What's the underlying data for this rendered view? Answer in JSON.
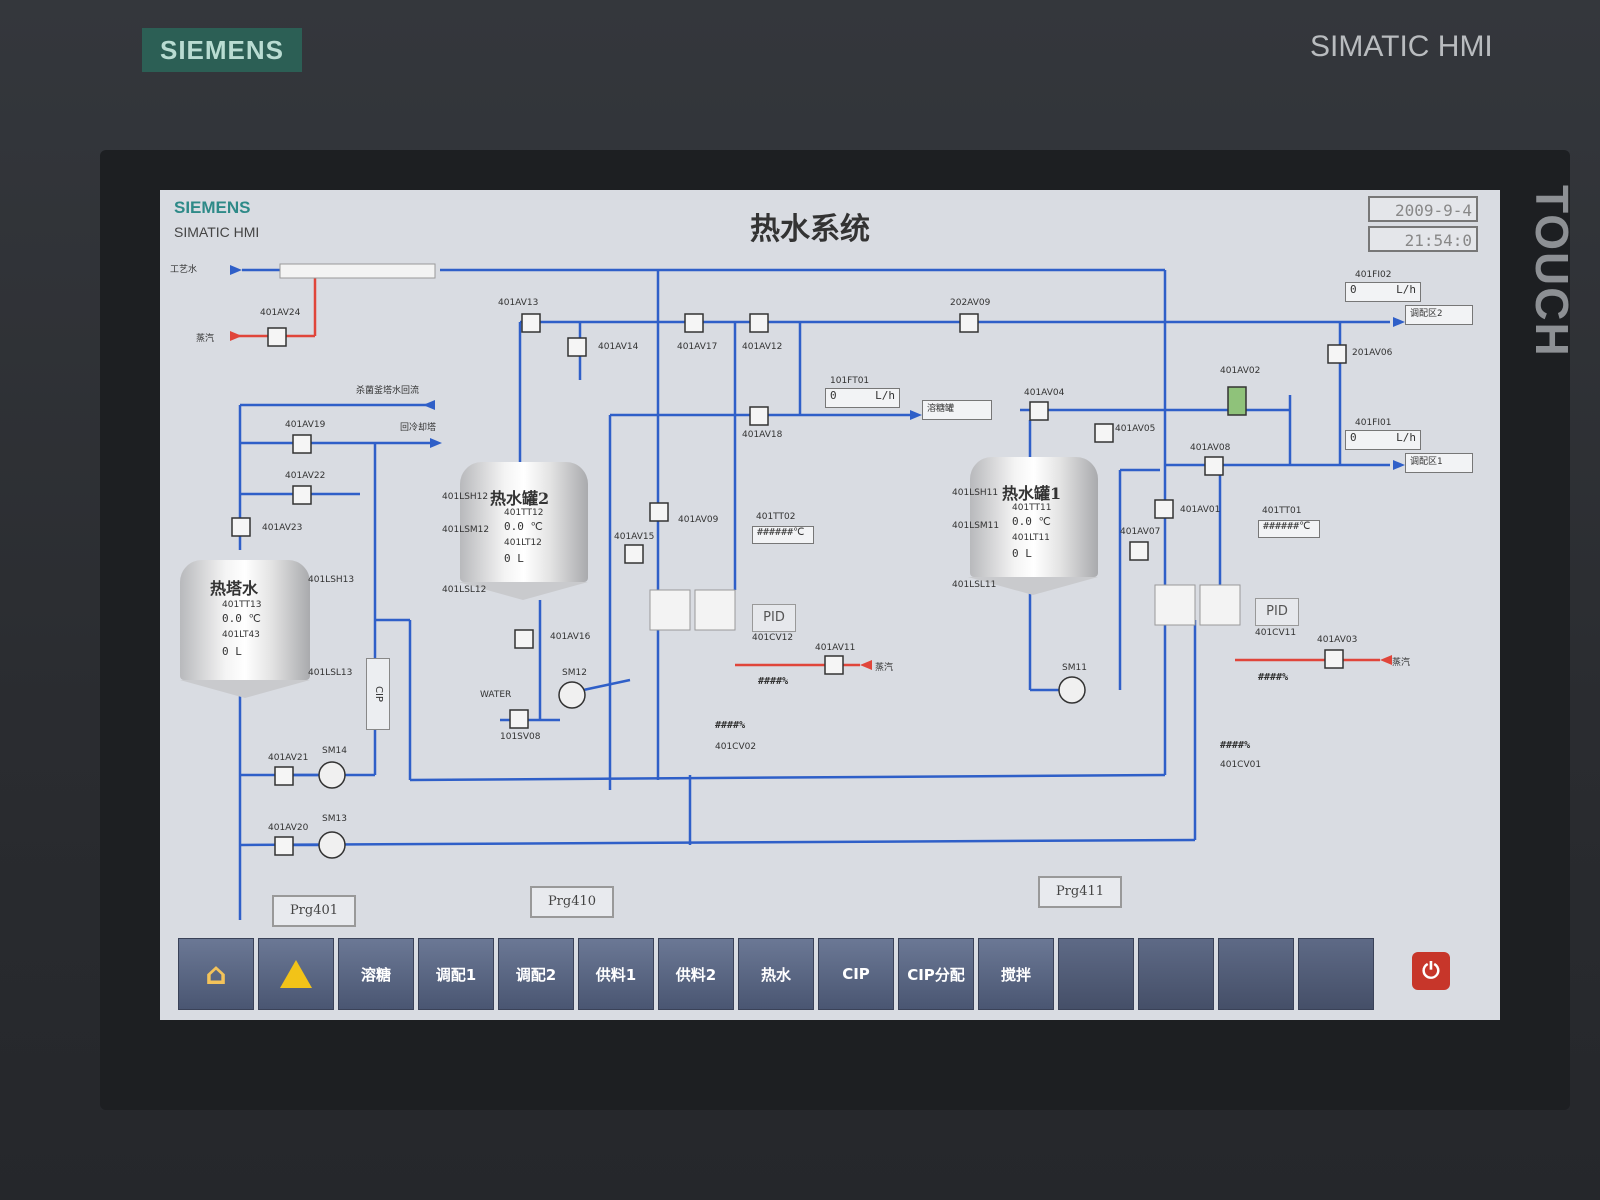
{
  "device": {
    "brand": "SIEMENS",
    "model": "SIMATIC HMI",
    "touch_label": "TOUCH"
  },
  "screen": {
    "logo_brand": "SIEMENS",
    "logo_model": "SIMATIC HMI",
    "title": "热水系统",
    "date": "2009-9-4",
    "time": "21:54:0"
  },
  "labels": {
    "process_water": "工艺水",
    "steam": "蒸汽",
    "return_sterilize": "杀菌釜塔水回流",
    "return_cooling": "回冷却塔",
    "water": "WATER",
    "cip": "CIP",
    "to_tank": "溶糖罐",
    "to_mix2": "调配区2",
    "to_mix1": "调配区1"
  },
  "valves": {
    "v24": "401AV24",
    "v19": "401AV19",
    "v22": "401AV22",
    "v23": "401AV23",
    "v13": "401AV13",
    "v14": "401AV14",
    "v17": "401AV17",
    "v12": "401AV12",
    "v18": "401AV18",
    "v09a": "202AV09",
    "v09b": "401AV09",
    "v15": "401AV15",
    "v16": "401AV16",
    "v11": "401AV11",
    "v21": "401AV21",
    "v20": "401AV20",
    "v04": "401AV04",
    "v05": "401AV05",
    "v02": "401AV02",
    "v08": "401AV08",
    "v01": "401AV01",
    "v07": "401AV07",
    "v03": "401AV03",
    "v06": "201AV06",
    "sv08": "101SV08",
    "cv02": "401CV02",
    "cv12": "401CV12",
    "cv11": "401CV11",
    "cv01": "401CV01"
  },
  "pumps": {
    "sm12": "SM12",
    "sm14": "SM14",
    "sm13": "SM13",
    "sm11": "SM11"
  },
  "tanks": {
    "hot_tower": {
      "name": "热塔水",
      "t_tag": "401TT13",
      "t_val": "0.0 ℃",
      "l_tag": "401LT43",
      "l_val": "0 L",
      "sh": "401LSH13",
      "sl": "401LSL13"
    },
    "tank2": {
      "name": "热水罐2",
      "t_tag": "401TT12",
      "t_val": "0.0 ℃",
      "l_tag": "401LT12",
      "l_val": "0 L",
      "sh": "401LSH12",
      "sm": "401LSM12",
      "sl": "401LSL12"
    },
    "tank1": {
      "name": "热水罐1",
      "t_tag": "401TT11",
      "t_val": "0.0 ℃",
      "l_tag": "401LT11",
      "l_val": "0 L",
      "sh": "401LSH11",
      "sm": "401LSM11",
      "sl": "401LSL11"
    }
  },
  "flow": {
    "fi01": {
      "tag": "101FT01",
      "value": "0",
      "unit": "L/h"
    },
    "fi02": {
      "tag": "401FI02",
      "value": "0",
      "unit": "L/h"
    },
    "fi03": {
      "tag": "401FI01",
      "value": "0",
      "unit": "L/h"
    }
  },
  "temps": {
    "tt02": {
      "tag": "401TT02",
      "value": "######℃"
    },
    "tt01": {
      "tag": "401TT01",
      "value": "######℃"
    }
  },
  "pid": {
    "label": "PID",
    "hash_cv12": "####%",
    "hash_cv11": "####%",
    "hash_cv02": "####%",
    "hash_cv01": "####%"
  },
  "programs": {
    "p401": "Prg401",
    "p410": "Prg410",
    "p411": "Prg411"
  },
  "nav": {
    "home": "home-icon",
    "alarm": "warning-icon",
    "items": [
      "溶糖",
      "调配1",
      "调配2",
      "供料1",
      "供料2",
      "热水",
      "CIP",
      "CIP分配",
      "搅拌"
    ]
  },
  "colors": {
    "pipe_blue": "#2f5fc8",
    "pipe_red": "#e0453a",
    "nav_bg": "#55617d",
    "power": "#c7362a"
  }
}
